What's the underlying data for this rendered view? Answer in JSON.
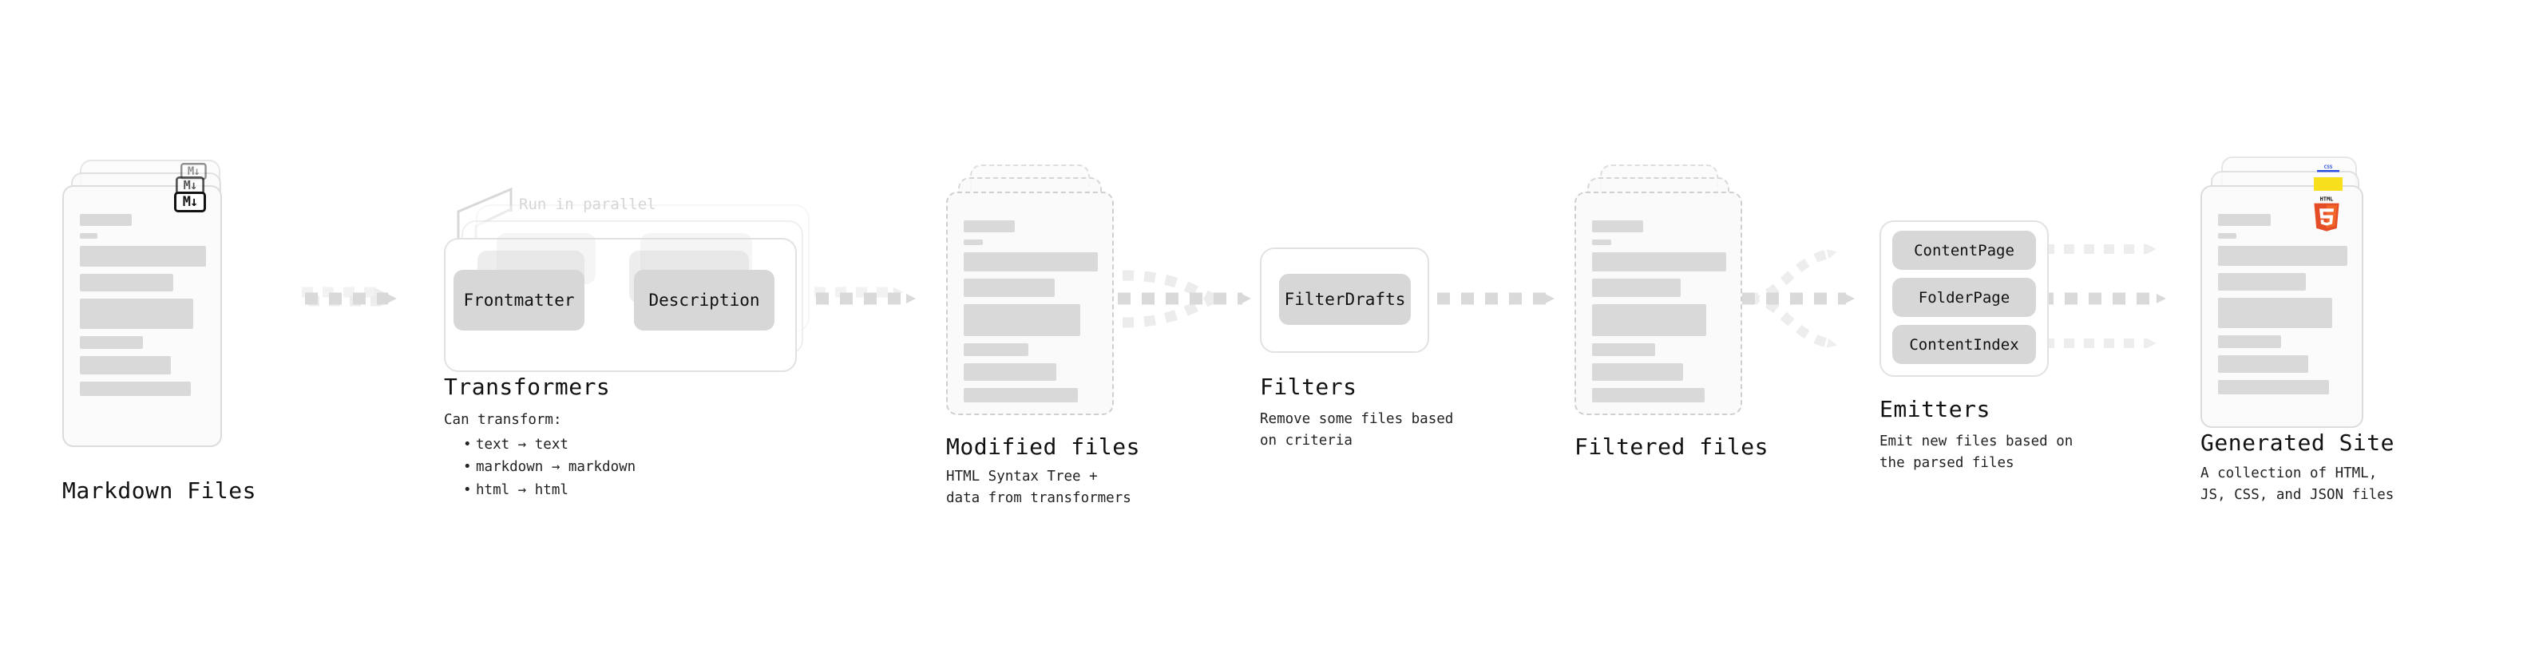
{
  "diagram": {
    "type": "pipeline-flow",
    "background": "#ffffff",
    "accent_colors": {
      "card_fill": "#fbfbfb",
      "card_border": "#dcdcdc",
      "dashed_border": "#cfcfcf",
      "placeholder_bar": "#d9d9d9",
      "pill_fill": "#d7d7d7",
      "group_border": "#e2e2e2",
      "arrow": "#d9d9d9",
      "note_text": "#d5d5d5",
      "html5": "#e44d26",
      "javascript": "#f7df1e",
      "css3": "#264de4"
    },
    "stages": [
      {
        "id": "markdown-files",
        "title": "Markdown Files",
        "description": "",
        "card_style": "solid-stack",
        "badge": "markdown-icon",
        "badge_label": "M↓"
      },
      {
        "id": "transformers",
        "title": "Transformers",
        "description": "Can transform:",
        "card_style": "group-stack",
        "note": "Run in parallel",
        "pills": [
          "Frontmatter",
          "Description"
        ],
        "bullets": [
          "text → text",
          "markdown → markdown",
          "html → html"
        ]
      },
      {
        "id": "modified-files",
        "title": "Modified files",
        "description": "HTML Syntax Tree +\ndata from transformers",
        "card_style": "dashed-stack"
      },
      {
        "id": "filters",
        "title": "Filters",
        "description": "Remove some files based\non criteria",
        "card_style": "group",
        "pills": [
          "FilterDrafts"
        ]
      },
      {
        "id": "filtered-files",
        "title": "Filtered files",
        "description": "",
        "card_style": "dashed-stack"
      },
      {
        "id": "emitters",
        "title": "Emitters",
        "description": "Emit new files based on\nthe parsed files",
        "card_style": "group",
        "pills": [
          "ContentPage",
          "FolderPage",
          "ContentIndex"
        ]
      },
      {
        "id": "generated-site",
        "title": "Generated Site",
        "description": "A collection of HTML,\nJS, CSS, and JSON files",
        "card_style": "solid-stack",
        "badges": [
          "html5-icon",
          "javascript-icon",
          "css3-icon"
        ],
        "badge_labels": {
          "html5": "HTML",
          "html5_number": "5",
          "css3": "CSS"
        }
      }
    ]
  }
}
